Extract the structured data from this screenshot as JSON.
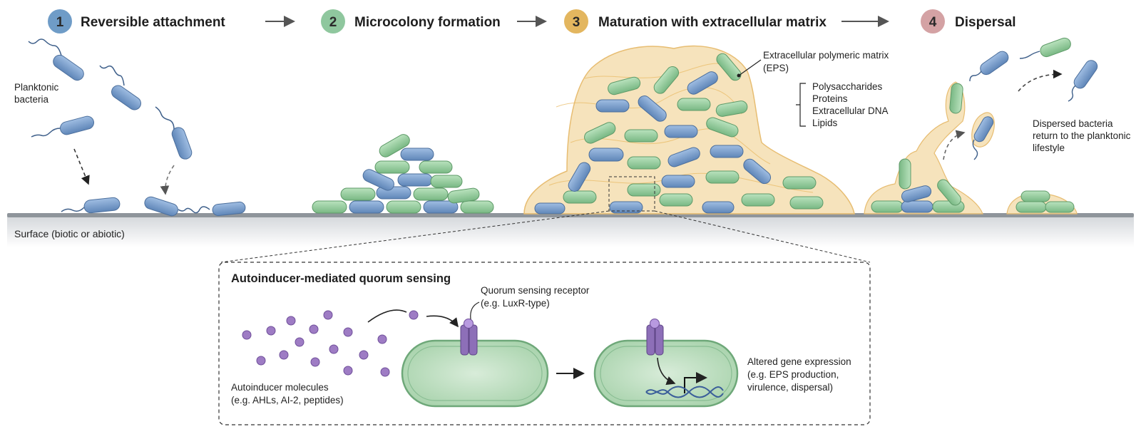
{
  "stages": [
    {
      "number": "1",
      "title": "Reversible attachment",
      "color": "#6f9cc7"
    },
    {
      "number": "2",
      "title": "Microcolony formation",
      "color": "#8fc79e"
    },
    {
      "number": "3",
      "title": "Maturation with extracellular matrix",
      "color": "#e3b65f"
    },
    {
      "number": "4",
      "title": "Dispersal",
      "color": "#d4a2a4"
    }
  ],
  "labels": {
    "planktonic_line1": "Planktonic",
    "planktonic_line2": "bacteria",
    "surface": "Surface (biotic or abiotic)",
    "eps_line1": "Extracellular polymeric matrix",
    "eps_line2": "(EPS)",
    "eps_components": [
      "Polysaccharides",
      "Proteins",
      "Extracellular DNA",
      "Lipids"
    ],
    "dispersed_line1": "Dispersed bacteria",
    "dispersed_line2": "return to the planktonic",
    "dispersed_line3": "lifestyle"
  },
  "inset": {
    "title": "Autoinducer-mediated quorum sensing",
    "receptor_line1": "Quorum sensing receptor",
    "receptor_line2": "(e.g. LuxR-type)",
    "autoinducer_line1": "Autoinducer molecules",
    "autoinducer_line2": "(e.g. AHLs, AI-2, peptides)",
    "altered_line1": "Altered gene expression",
    "altered_line2": "(e.g. EPS production,",
    "altered_line3": "virulence, dispersal)"
  },
  "colors": {
    "blue_cell": "#7ea4d2",
    "green_cell": "#9fd3a4",
    "matrix": "#f3d9a6",
    "autoinducer": "#9e7cc4",
    "receptor": "#8d6fb8",
    "surface": "#8f959b"
  }
}
